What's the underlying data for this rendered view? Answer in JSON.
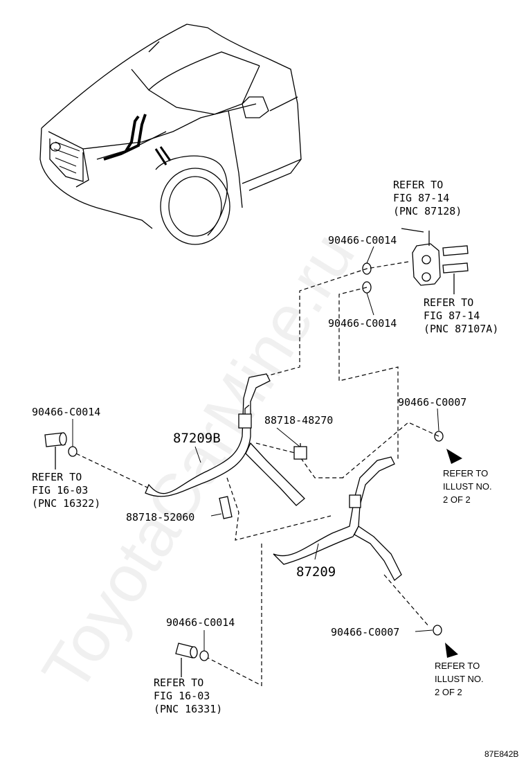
{
  "labels": {
    "refer_top": "REFER TO\nFIG 87-14\n(PNC 87128)",
    "part_90466_c0014_a": "90466-C0014",
    "part_90466_c0014_b": "90466-C0014",
    "refer_87107a": "REFER TO\nFIG 87-14\n(PNC 87107A)",
    "part_90466_c0014_left": "90466-C0014",
    "part_87209b": "87209B",
    "part_88718_48270": "88718-48270",
    "part_90466_c0007_a": "90466-C0007",
    "refer_illust_a": "REFER TO\nILLUST NO.\n2 OF 2",
    "refer_16322": "REFER TO\nFIG 16-03\n(PNC 16322)",
    "part_88718_52060": "88718-52060",
    "part_87209": "87209",
    "part_90466_c0014_bottom": "90466-C0014",
    "part_90466_c0007_b": "90466-C0007",
    "refer_illust_b": "REFER TO\nILLUST NO.\n2 OF 2",
    "refer_16331": "REFER TO\nFIG 16-03\n(PNC 16331)",
    "figure_code": "87E842B"
  },
  "watermark": "ToyotaCarMine.ru"
}
